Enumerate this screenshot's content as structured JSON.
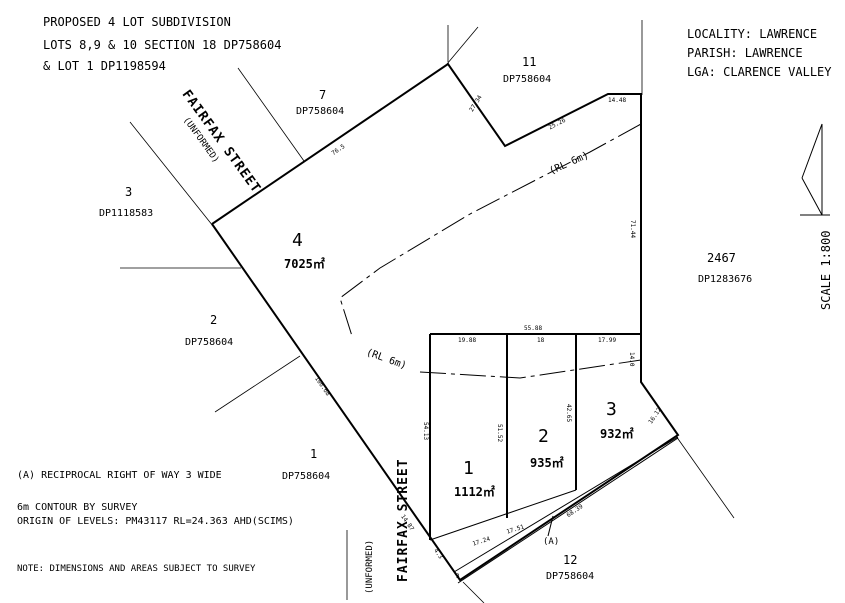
{
  "title_block": {
    "line1": "PROPOSED 4 LOT SUBDIVISION",
    "line2": "LOTS 8,9 & 10 SECTION 18 DP758604",
    "line3": "& LOT 1 DP1198594"
  },
  "locality": {
    "locality": "LOCALITY: LAWRENCE",
    "parish": "PARISH: LAWRENCE",
    "lga": "LGA: CLARENCE VALLEY"
  },
  "scale": "SCALE 1:800",
  "streets": {
    "north_name": "FAIRFAX STREET",
    "north_note": "(UNFORMED)",
    "south_name": "FAIRFAX STREET",
    "south_note": "(UNFORMED)"
  },
  "neighbours": [
    {
      "num": "7",
      "dp": "DP758604"
    },
    {
      "num": "11",
      "dp": "DP758604"
    },
    {
      "num": "3",
      "dp": "DP1118583"
    },
    {
      "num": "2",
      "dp": "DP758604"
    },
    {
      "num": "1",
      "dp": "DP758604"
    },
    {
      "num": "2467",
      "dp": "DP1283676"
    },
    {
      "num": "12",
      "dp": "DP758604"
    }
  ],
  "lots": [
    {
      "num": "4",
      "area": "7025㎡"
    },
    {
      "num": "1",
      "area": "1112㎡"
    },
    {
      "num": "2",
      "area": "935㎡"
    },
    {
      "num": "3",
      "area": "932㎡"
    }
  ],
  "dimensions": {
    "d27_34": "27.34",
    "d25_26": "25.26",
    "d14_48": "14.48",
    "d76_5": "76.5",
    "d71_44": "71.44",
    "d55_88": "55.88",
    "d19_88": "19.88",
    "d18": "18",
    "d17_99": "17.99",
    "d14_0": "14.0",
    "d16_12": "16.12",
    "d106_68": "106.68",
    "d54_13": "54.13",
    "d51_52": "51.52",
    "d42_65": "42.65",
    "d17_24": "17.24",
    "d17_51": "17.51",
    "d68_39": "68.39",
    "d14_87": "14.87",
    "d4_3": "4.3",
    "d3": "3"
  },
  "contours": {
    "upper": "(RL 6m)",
    "lower": "(RL 6m)"
  },
  "row_label": "(A)",
  "notes": {
    "row": "(A) RECIPROCAL RIGHT OF WAY 3 WIDE",
    "contour": "6m CONTOUR BY SURVEY",
    "origin": "ORIGIN OF LEVELS: PM43117 RL=24.363 AHD(SCIMS)",
    "note": "NOTE: DIMENSIONS AND AREAS SUBJECT TO SURVEY"
  }
}
